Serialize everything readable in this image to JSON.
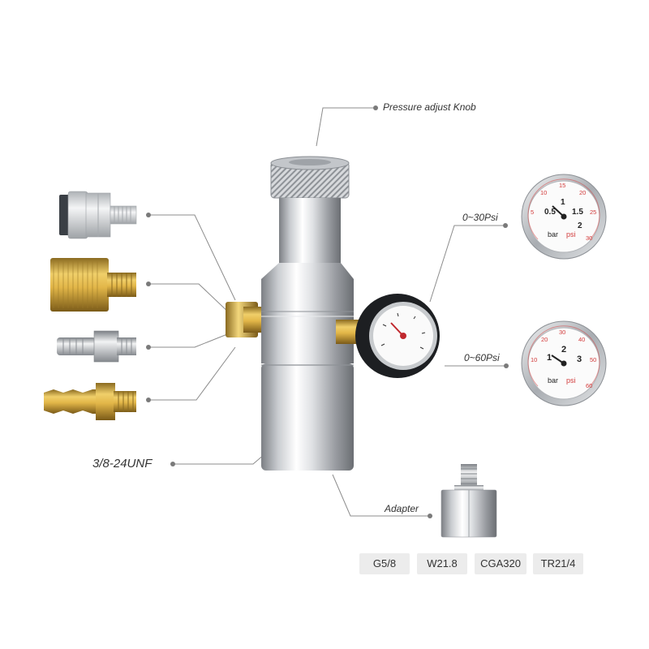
{
  "callouts": {
    "knob": "Pressure adjust Knob",
    "thread": "3/8-24UNF",
    "adapter": "Adapter",
    "gauge_30": "0~30Psi",
    "gauge_60": "0~60Psi"
  },
  "gauge_30": {
    "bar_ticks": [
      "0.5",
      "1",
      "1.5",
      "2"
    ],
    "psi_ticks": [
      "5",
      "10",
      "15",
      "20",
      "25",
      "30"
    ],
    "units": [
      "bar",
      "psi"
    ]
  },
  "gauge_60": {
    "bar_ticks": [
      "1",
      "2",
      "3"
    ],
    "psi_ticks": [
      "10",
      "20",
      "30",
      "40",
      "50",
      "60"
    ],
    "units": [
      "bar",
      "psi"
    ]
  },
  "adapter_types": [
    "G5/8",
    "W21.8",
    "CGA320",
    "TR21/4"
  ],
  "colors": {
    "callout_line": "#8c8c8c",
    "dot": "#7a7a7a",
    "tag_bg": "#ececec",
    "gauge_red": "#d23b3b"
  }
}
